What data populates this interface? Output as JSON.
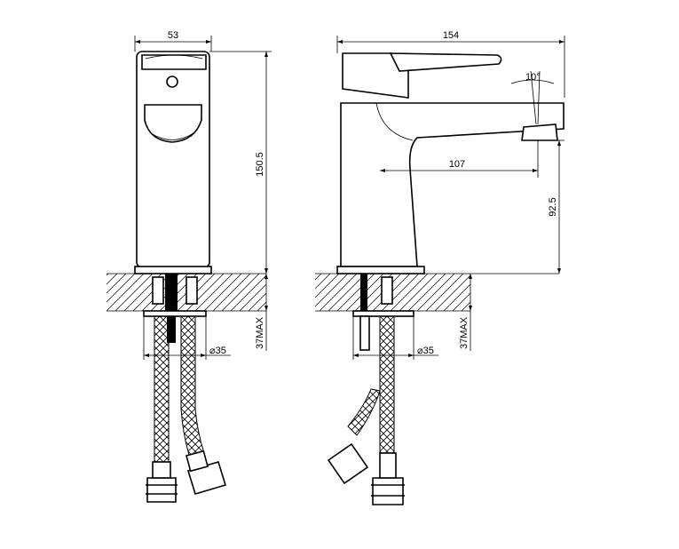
{
  "drawing": {
    "front_view": {
      "width": "53",
      "height": "150.5",
      "connection": "⌀35",
      "max_deck": "37MAX"
    },
    "side_view": {
      "length": "154",
      "angle": "10°",
      "reach": "107",
      "spout_height": "92.5",
      "connection": "⌀35",
      "max_deck": "37MAX"
    }
  }
}
